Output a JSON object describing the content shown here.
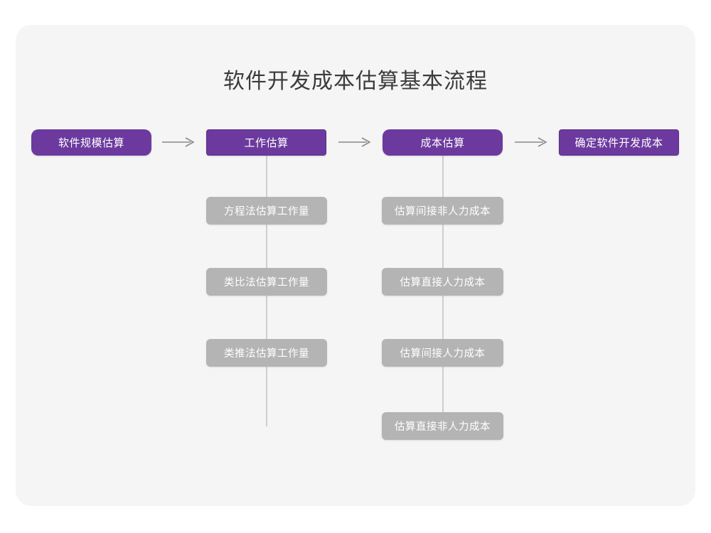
{
  "diagram": {
    "title": "软件开发成本估算基本流程",
    "title_color": "#3b3b3b",
    "background_color": "#ffffff",
    "card_color": "#f5f5f5",
    "primary_color": "#6c3a9e",
    "sub_color": "#b4b4b4",
    "connector_color": "#cfcfcf",
    "arrow_color": "#8a8a8a",
    "type": "flowchart",
    "main_steps": [
      {
        "label": "软件规模估算",
        "sub_items": []
      },
      {
        "label": "工作估算",
        "sub_items": [
          {
            "label": "方程法估算工作量"
          },
          {
            "label": "类比法估算工作量"
          },
          {
            "label": "类推法估算工作量"
          }
        ]
      },
      {
        "label": "成本估算",
        "sub_items": [
          {
            "label": "估算间接非人力成本"
          },
          {
            "label": "估算直接人力成本"
          },
          {
            "label": "估算间接人力成本"
          },
          {
            "label": "估算直接非人力成本"
          }
        ]
      },
      {
        "label": "确定软件开发成本",
        "sub_items": []
      }
    ],
    "arrows": [
      {
        "name": "arrow-step1-to-step2"
      },
      {
        "name": "arrow-step2-to-step3"
      },
      {
        "name": "arrow-step3-to-step4"
      }
    ]
  }
}
